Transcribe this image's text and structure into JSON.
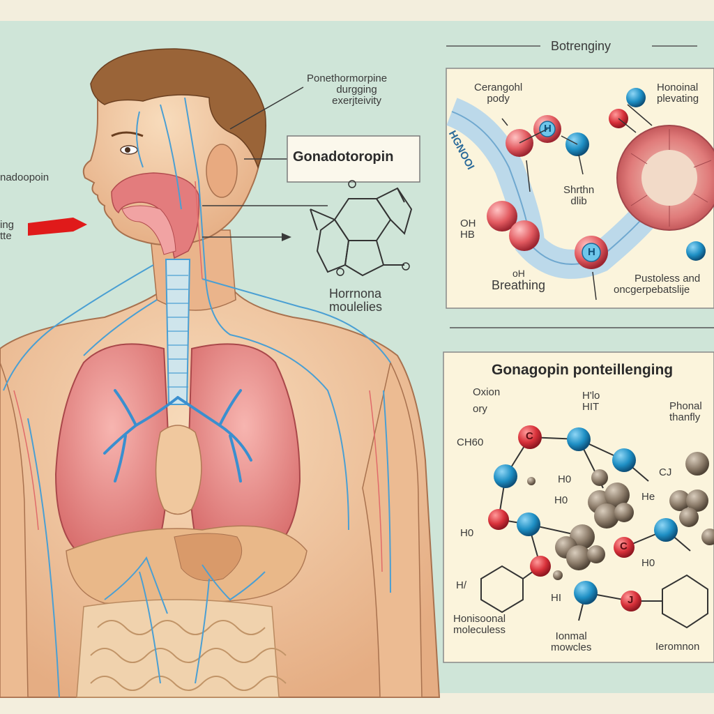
{
  "header_label": "Botrenginy",
  "body_labels": {
    "top_right_note": [
      "Ponethormorpine",
      "durgging",
      "exerjteivity"
    ],
    "gonad_box": "Gonadotoropin",
    "hormone_molecules": [
      "Horrnona",
      "moulelies"
    ],
    "left_cut_1": "nadoopoin",
    "left_cut_2": [
      "ing",
      "tte"
    ]
  },
  "panel_top": {
    "labels": {
      "cerangohl": [
        "Cerangohl",
        "pody"
      ],
      "honoal": [
        "Honoinal",
        "plevating"
      ],
      "tube_text": "HGNOOI",
      "shrthn": [
        "Shrthn",
        "dlib"
      ],
      "oh_hb": [
        "OH",
        "HB"
      ],
      "breathing": [
        "oH",
        "Breathing"
      ],
      "pustoless": [
        "Pustoless and",
        "oncgerpebatslije"
      ],
      "atom_h1": "H",
      "atom_h2": "H"
    }
  },
  "panel_bottom": {
    "title": "Gonagopin ponteillenging",
    "labels": {
      "oxion": [
        "Oxion",
        "ory"
      ],
      "hi": [
        "H'lo",
        "HIT"
      ],
      "phonal": [
        "Phonal",
        "thanfly"
      ],
      "ch60": "CH60",
      "h0a": "H0",
      "h0b": "H0",
      "hoc": "H0",
      "he": "He",
      "h0d": "H0",
      "cq": "CJ",
      "hb": "HI",
      "hy": "H/",
      "hormonal": [
        "Honisoonal",
        "moleculess"
      ],
      "ionial": [
        "Ionmal",
        "mowcles"
      ],
      "leromnon": "Ieromnon",
      "atom_c1": "C",
      "atom_c2": "C",
      "atom_j": "J"
    }
  },
  "colors": {
    "background": "#cfe5d8",
    "panel": "#fbf4dc",
    "skin": "#f2c9a2",
    "lung": "#e88c8c",
    "vessel": "#4a9fd3",
    "atom_red": "#d8313a",
    "atom_blue": "#1e8fc4",
    "atom_grey": "#8c7c6a"
  }
}
